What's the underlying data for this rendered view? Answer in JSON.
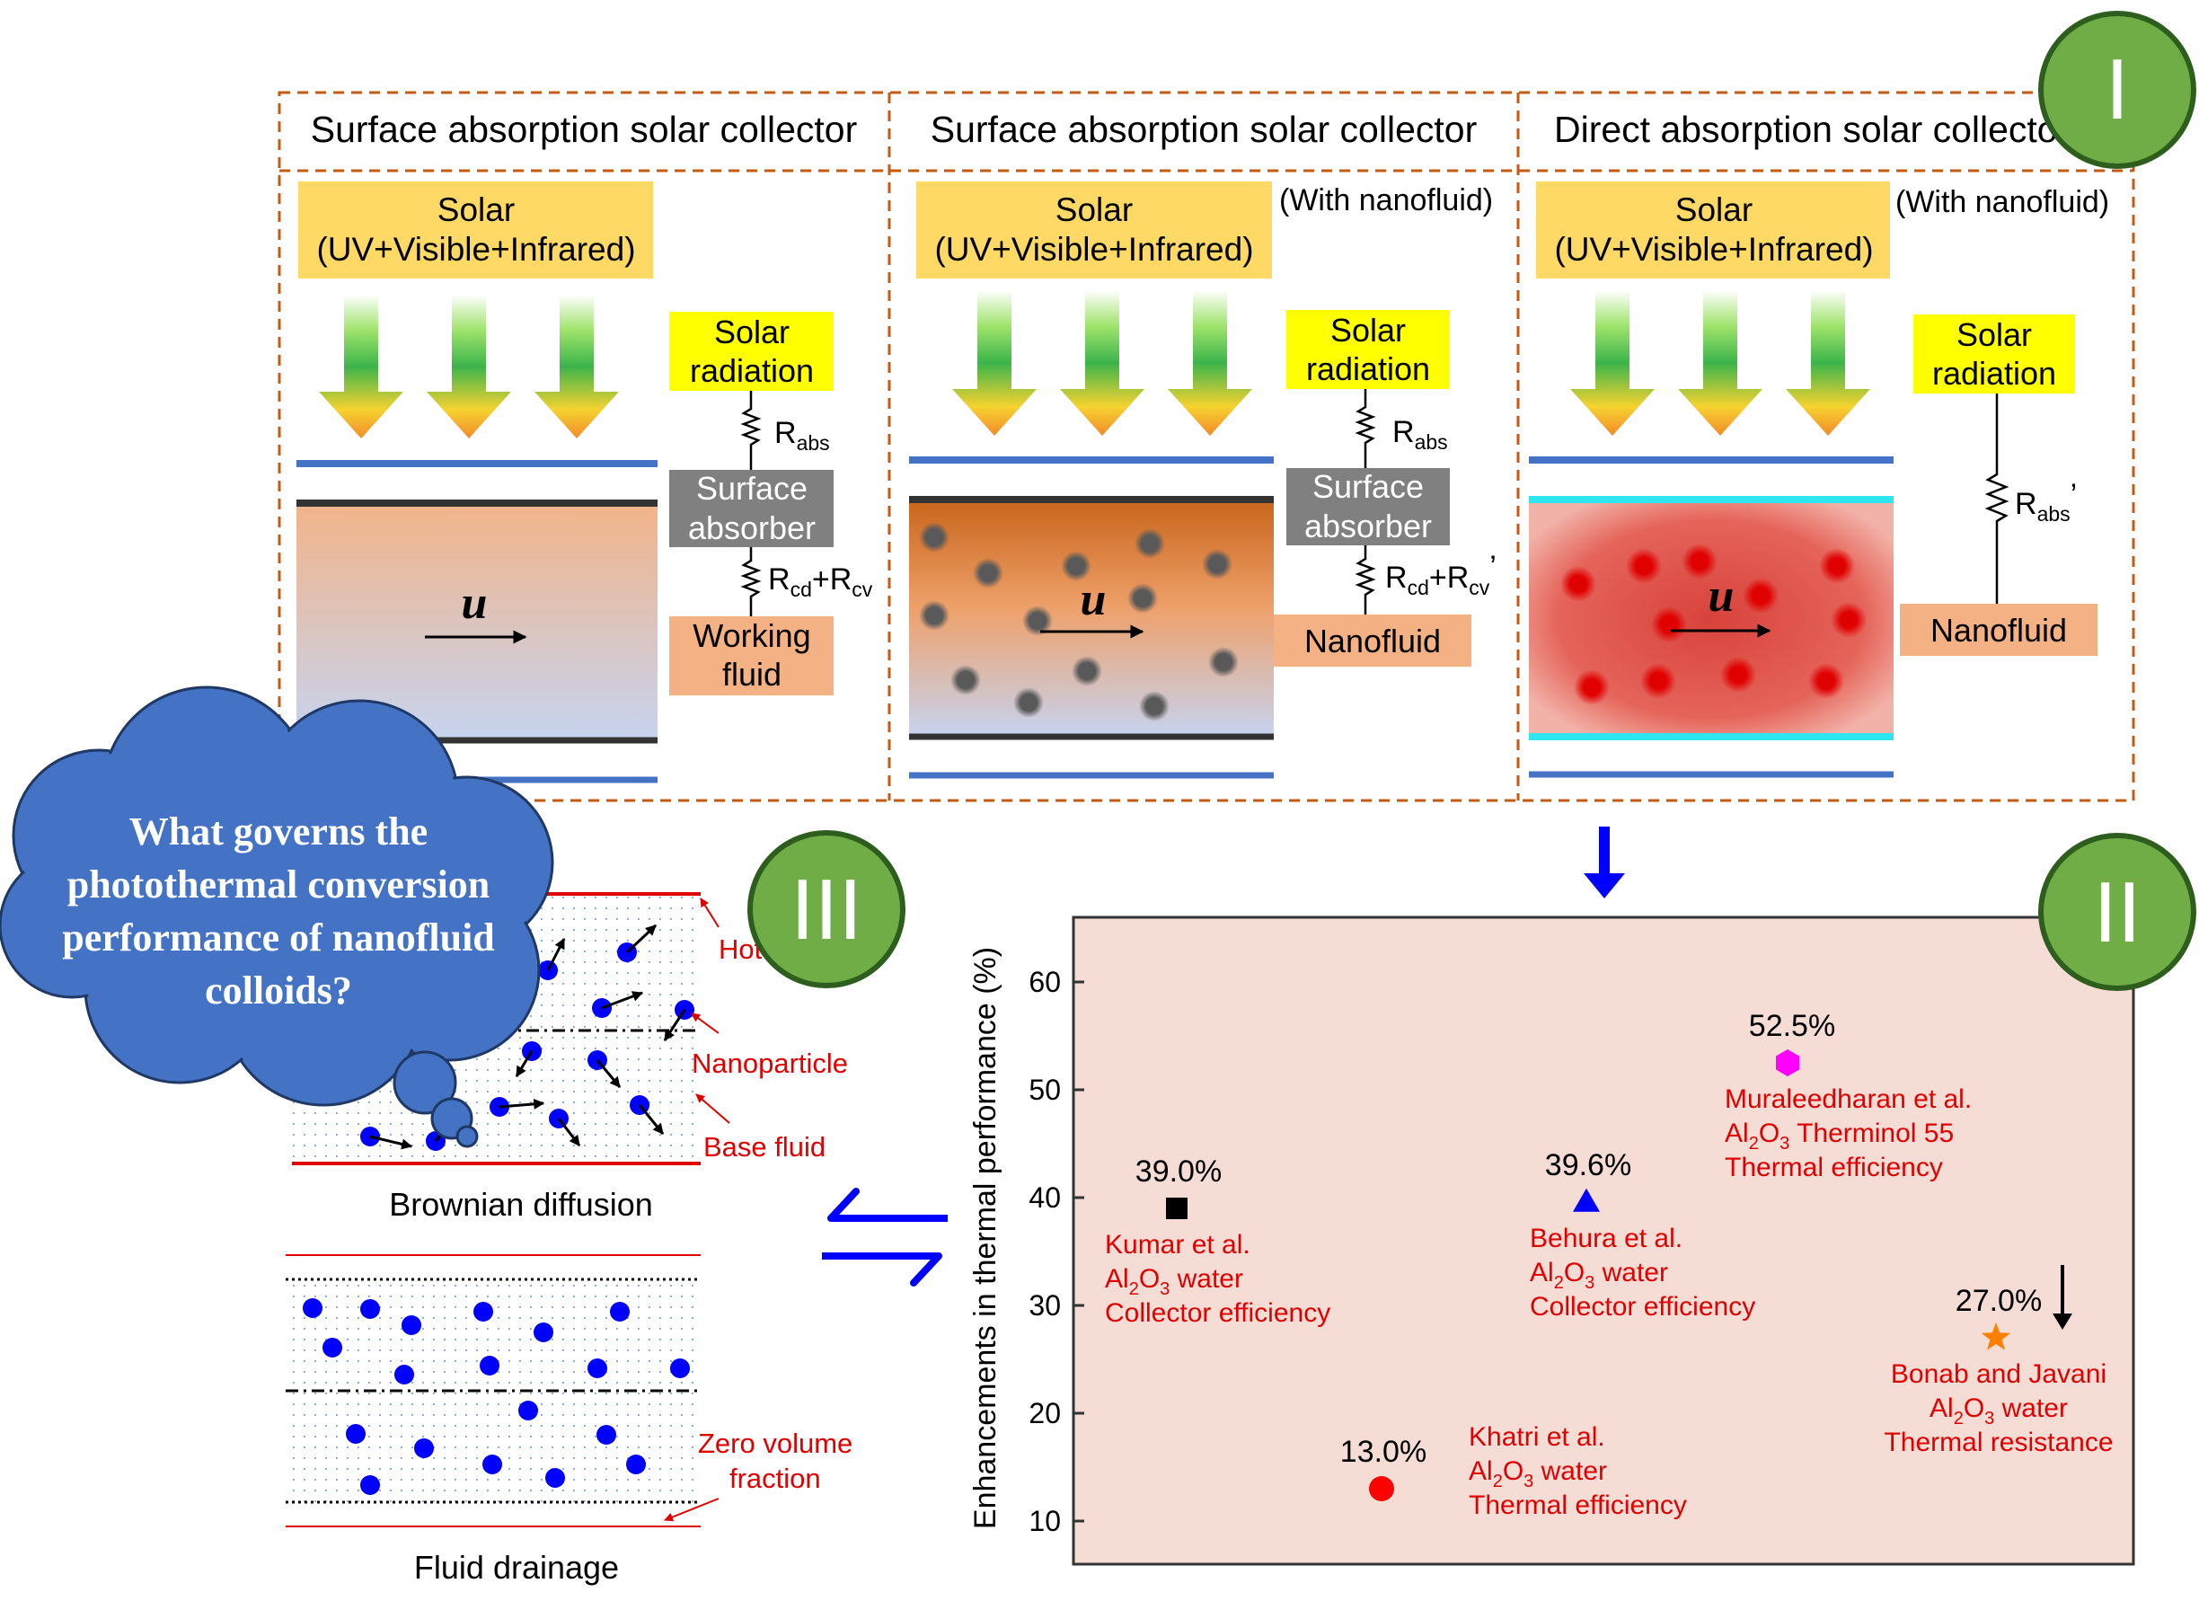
{
  "panel_I": {
    "badge": "I",
    "columns": [
      {
        "title": "Surface absorption solar collector",
        "note": "",
        "solar_line1": "Solar",
        "solar_line2": "(UV+Visible+Infrared)",
        "radiation_line1": "Solar",
        "radiation_line2": "radiation",
        "r_top": "R",
        "r_top_sub": "abs",
        "absorber_line1": "Surface",
        "absorber_line2": "absorber",
        "r_bottom_a": "R",
        "r_bottom_a_sub": "cd",
        "r_bottom_plus": "+R",
        "r_bottom_b_sub": "cv",
        "sink_line1": "Working",
        "sink_line2": "fluid",
        "velocity": "u"
      },
      {
        "title": "Surface absorption solar collector",
        "note": "(With nanofluid)",
        "solar_line1": "Solar",
        "solar_line2": "(UV+Visible+Infrared)",
        "radiation_line1": "Solar",
        "radiation_line2": "radiation",
        "r_top": "R",
        "r_top_sub": "abs",
        "absorber_line1": "Surface",
        "absorber_line2": "absorber",
        "r_bottom_a": "R",
        "r_bottom_a_sub": "cd",
        "r_bottom_plus": "+R",
        "r_bottom_b_sub": "cv",
        "r_bottom_prime": "’",
        "sink_line1": "Nanofluid",
        "velocity": "u"
      },
      {
        "title": "Direct absorption solar collector",
        "note": "(With nanofluid)",
        "solar_line1": "Solar",
        "solar_line2": "(UV+Visible+Infrared)",
        "radiation_line1": "Solar",
        "radiation_line2": "radiation",
        "r_top": "R",
        "r_top_sub": "abs",
        "r_top_prime": "’",
        "sink_line1": "Nanofluid",
        "velocity": "u"
      }
    ]
  },
  "panel_II": {
    "badge": "II",
    "chart_data": {
      "type": "scatter",
      "title": "",
      "xlabel": "",
      "ylabel": "Enhancements in thermal performance (%)",
      "ylim": [
        6,
        66
      ],
      "yticks": [
        10,
        20,
        30,
        40,
        50,
        60
      ],
      "grid": false,
      "points": [
        {
          "value": 39.0,
          "label": "39.0%",
          "marker": "square",
          "color": "#000000",
          "author": "Kumar et al.",
          "fluid_base": "Al",
          "fluid_sub1": "2",
          "fluid_mid": "O",
          "fluid_sub2": "3",
          "fluid_tail": " water",
          "metric": "Collector efficiency"
        },
        {
          "value": 13.0,
          "label": "13.0%",
          "marker": "circle",
          "color": "#ff0000",
          "author": "Khatri et al.",
          "fluid_base": "Al",
          "fluid_sub1": "2",
          "fluid_mid": "O",
          "fluid_sub2": "3",
          "fluid_tail": " water",
          "metric": "Thermal efficiency"
        },
        {
          "value": 39.6,
          "label": "39.6%",
          "marker": "triangle",
          "color": "#0000ff",
          "author": "Behura et al.",
          "fluid_base": "Al",
          "fluid_sub1": "2",
          "fluid_mid": "O",
          "fluid_sub2": "3",
          "fluid_tail": " water",
          "metric": "Collector efficiency"
        },
        {
          "value": 52.5,
          "label": "52.5%",
          "marker": "hexagon",
          "color": "#ff00ff",
          "author": "Muraleedharan et al.",
          "fluid_base": "Al",
          "fluid_sub1": "2",
          "fluid_mid": "O",
          "fluid_sub2": "3",
          "fluid_tail": " Therminol 55",
          "metric": "Thermal efficiency"
        },
        {
          "value": 27.0,
          "label": "27.0%",
          "marker": "star",
          "color": "#ff8000",
          "author": "Bonab and Javani",
          "fluid_base": "Al",
          "fluid_sub1": "2",
          "fluid_mid": "O",
          "fluid_sub2": "3",
          "fluid_tail": " water",
          "metric": "Thermal resistance"
        }
      ]
    }
  },
  "panel_III": {
    "badge": "III",
    "question_line1": "What governs the",
    "question_line2": "photothermal conversion",
    "question_line3": "performance of nanofluid",
    "question_line4": "colloids?",
    "label_hot": "Hot",
    "label_nanoparticle": "Nanoparticle",
    "label_basefluid": "Base fluid",
    "caption_brownian": "Brownian diffusion",
    "label_zero_line1": "Zero volume",
    "label_zero_line2": "fraction",
    "caption_drainage": "Fluid drainage"
  },
  "colors": {
    "panel_border": "#c55a11",
    "badge_green": "#70ad47",
    "cloud_blue": "#4472c4",
    "yellow_box": "#ffd966",
    "radiation_yellow": "#ffff00",
    "absorber_gray": "#808080",
    "sink_orange": "#f4b183",
    "chart_bg": "#f5ddd6",
    "annotation_red": "#e00000"
  }
}
